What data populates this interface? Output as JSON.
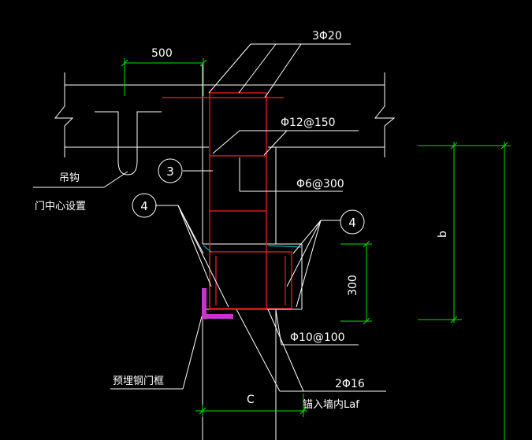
{
  "labels": {
    "rebar_top": "3Φ20",
    "dim_500": "500",
    "stirrup_12": "Φ12@150",
    "stirrup_6": "Φ6@300",
    "hook_line1": "吊钩",
    "hook_line2": "门中心设置",
    "callout_3": "3",
    "callout_4_left": "4",
    "callout_4_right": "4",
    "dim_300": "300",
    "dim_b": "b",
    "stirrup_10": "Φ10@100",
    "door_frame": "预埋钢门框",
    "rebar_bottom": "2Φ16",
    "anchor": "锚入墙内Laf",
    "dim_c": "C"
  },
  "colors": {
    "background": "#000000",
    "line": "#ffffff",
    "rebar": "#ff2020",
    "dimension": "#00e000",
    "door_frame": "#cc33cc",
    "cyan": "#00d8d8"
  }
}
